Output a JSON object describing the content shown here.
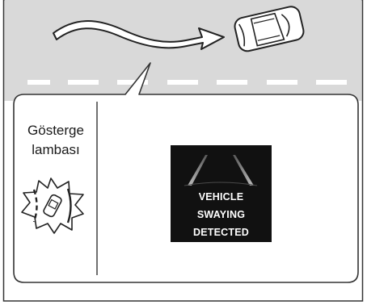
{
  "indicator": {
    "label_line1": "Gösterge",
    "label_line2": "lambası"
  },
  "display": {
    "message_line1": "VEHICLE",
    "message_line2": "SWAYING",
    "message_line3": "DETECTED"
  },
  "icons": [
    "curved-path-arrow",
    "car-top-view",
    "sway-warning-icon"
  ],
  "colors": {
    "road": "#d9d9d9",
    "lane_markings": "#ffffff",
    "panel_border": "#3a3a3a",
    "screen_background": "#111111",
    "screen_text": "#ffffff"
  }
}
